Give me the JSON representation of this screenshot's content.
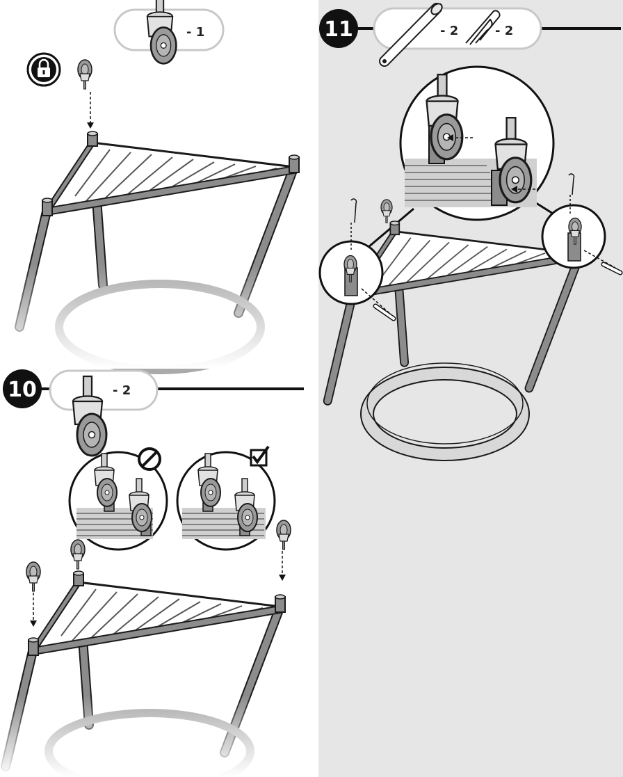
{
  "colors": {
    "right_panel_bg": "#e6e6e6",
    "line_dark": "#1a1a1a",
    "metal": "#8c8c8c",
    "badge": "#111111"
  },
  "top_left": {
    "caster_qty": "- 1",
    "icons": [
      "lock-icon"
    ]
  },
  "step10": {
    "number": "10",
    "caster_qty": "- 2",
    "icons": [
      "prohibited-icon",
      "checkbox-checked-icon"
    ]
  },
  "step11": {
    "number": "11",
    "pin_qty": "- 2",
    "clip_qty": "- 2"
  }
}
